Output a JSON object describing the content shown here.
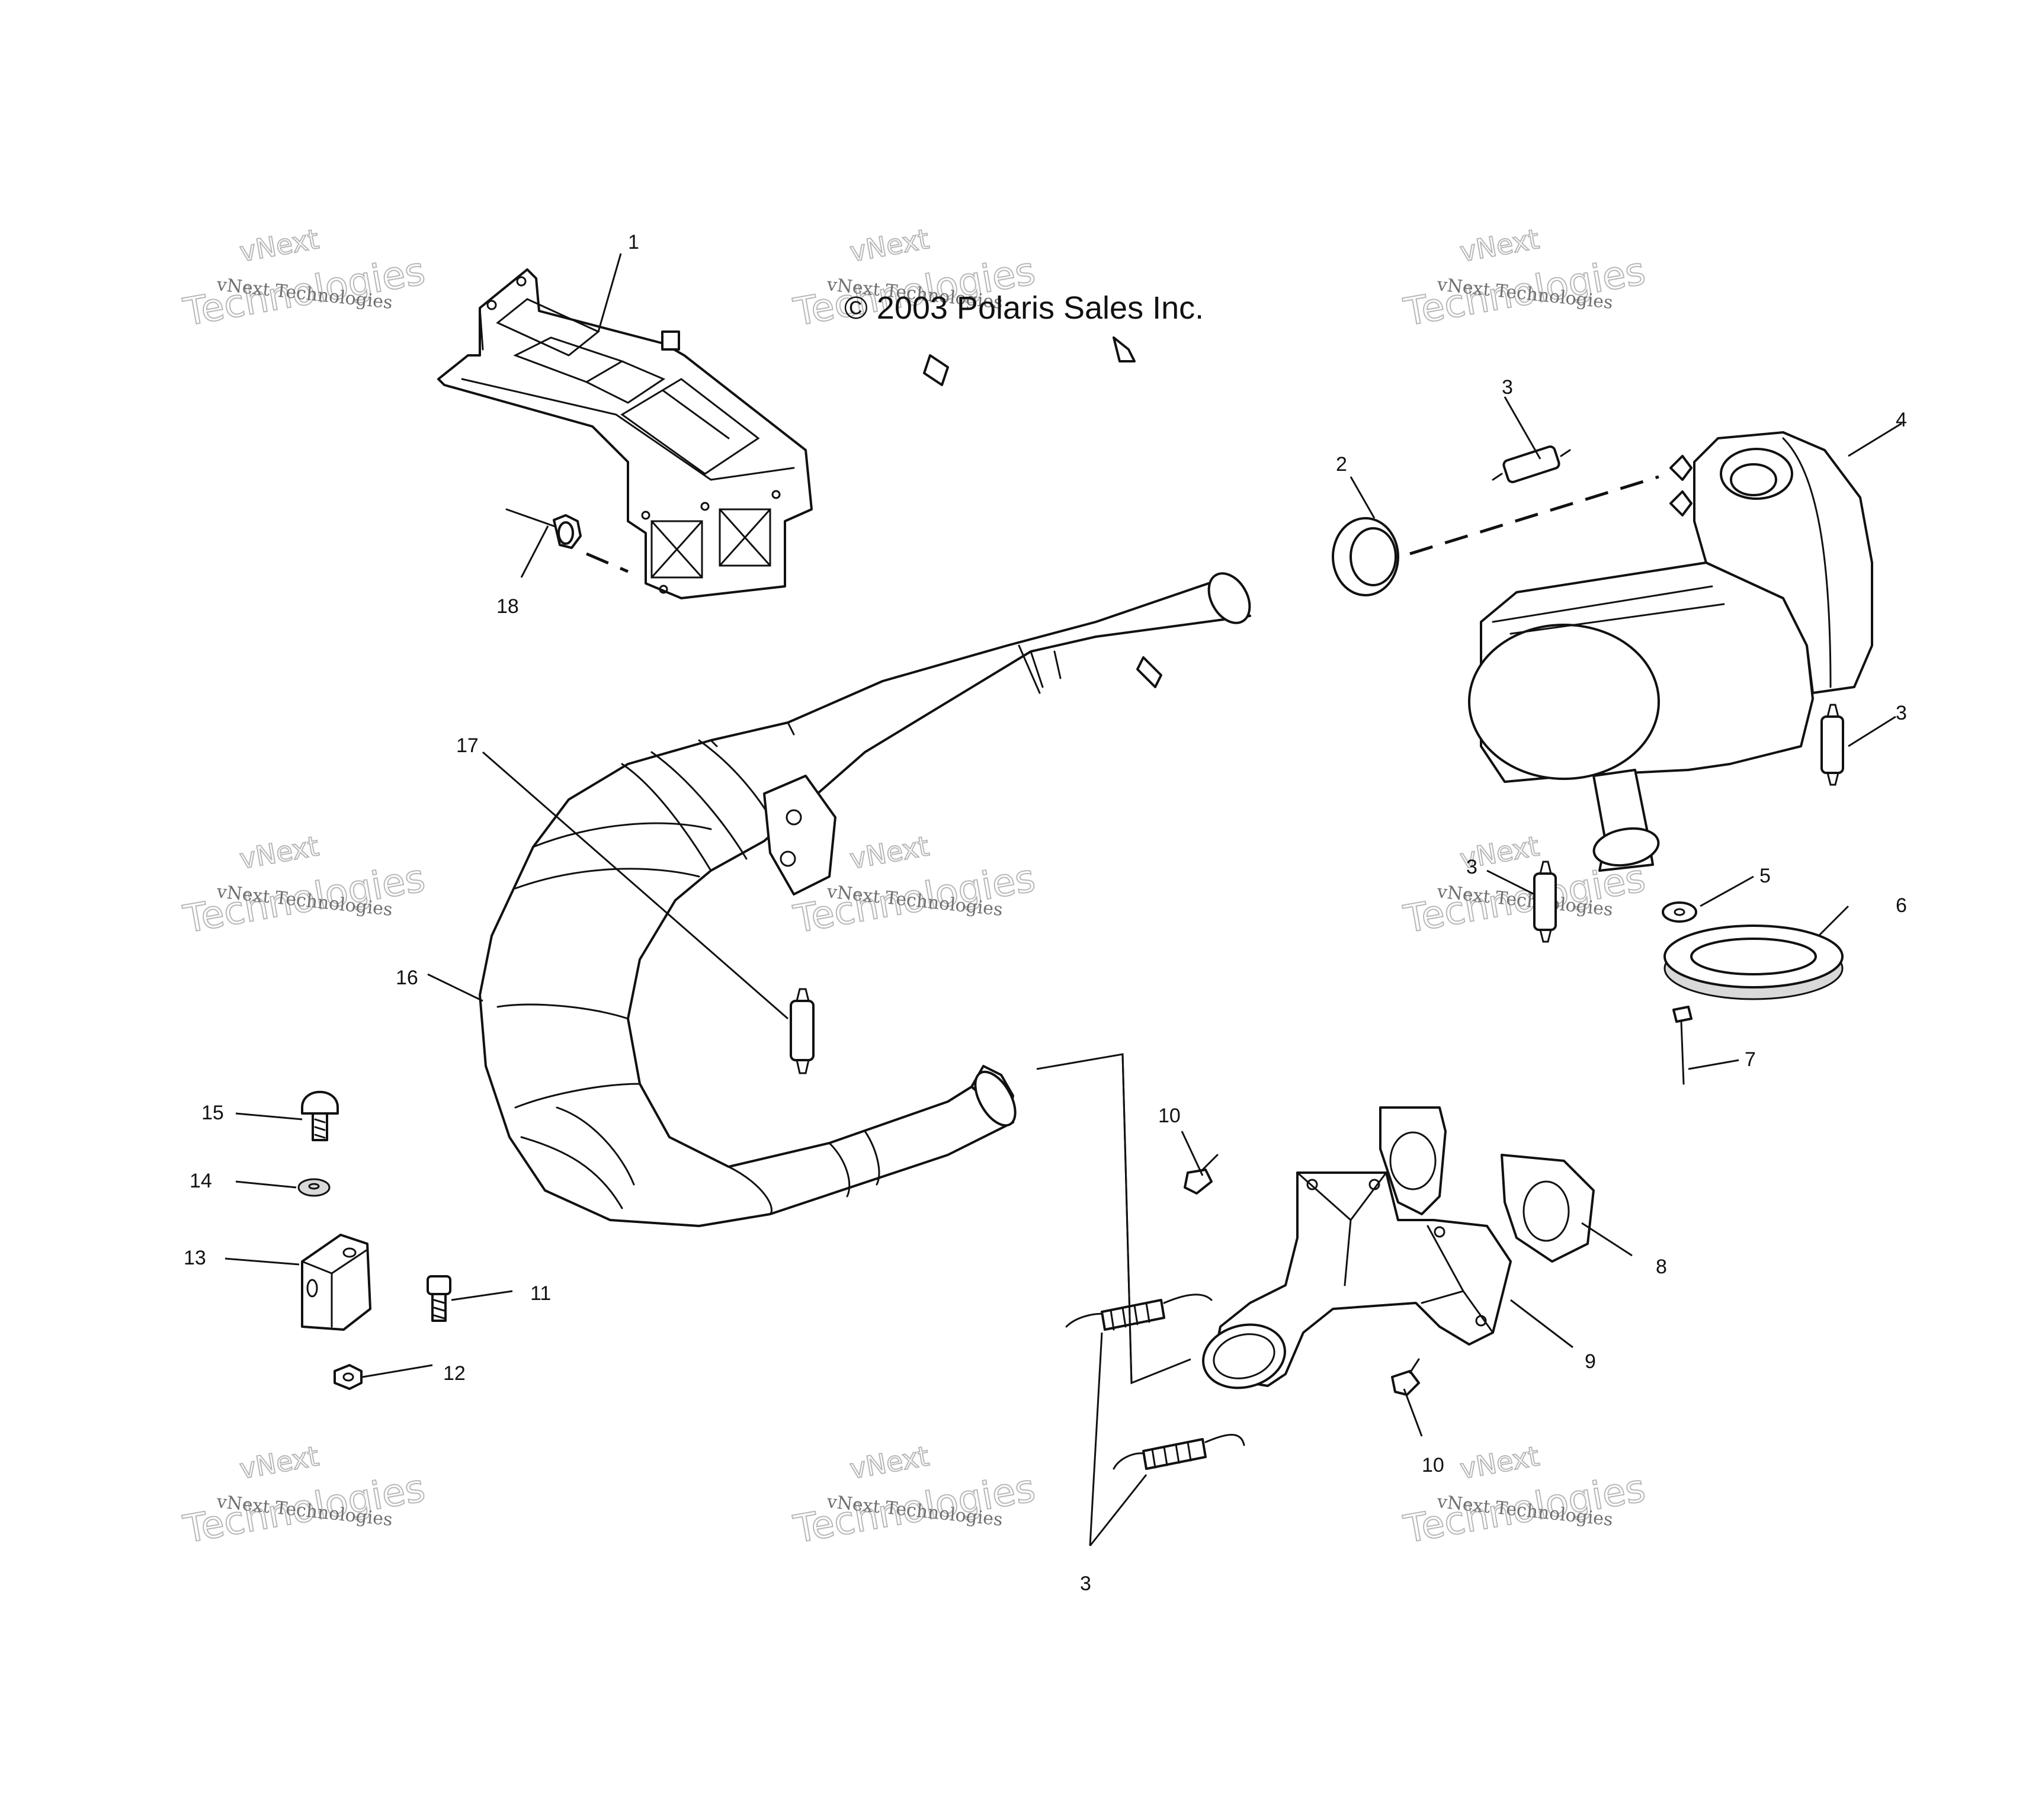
{
  "copyright": "© 2003 Polaris Sales Inc.",
  "watermark": {
    "line_small": "vNext Technologies",
    "word_top": "vNext",
    "word_big": "Technologies"
  },
  "callouts": {
    "c1": "1",
    "c2": "2",
    "c3a": "3",
    "c3b": "3",
    "c3c": "3",
    "c3d": "3",
    "c4": "4",
    "c5": "5",
    "c6": "6",
    "c7": "7",
    "c8": "8",
    "c9": "9",
    "c10a": "10",
    "c10b": "10",
    "c11": "11",
    "c12": "12",
    "c13": "13",
    "c14": "14",
    "c15": "15",
    "c16": "16",
    "c17": "17",
    "c18": "18"
  }
}
